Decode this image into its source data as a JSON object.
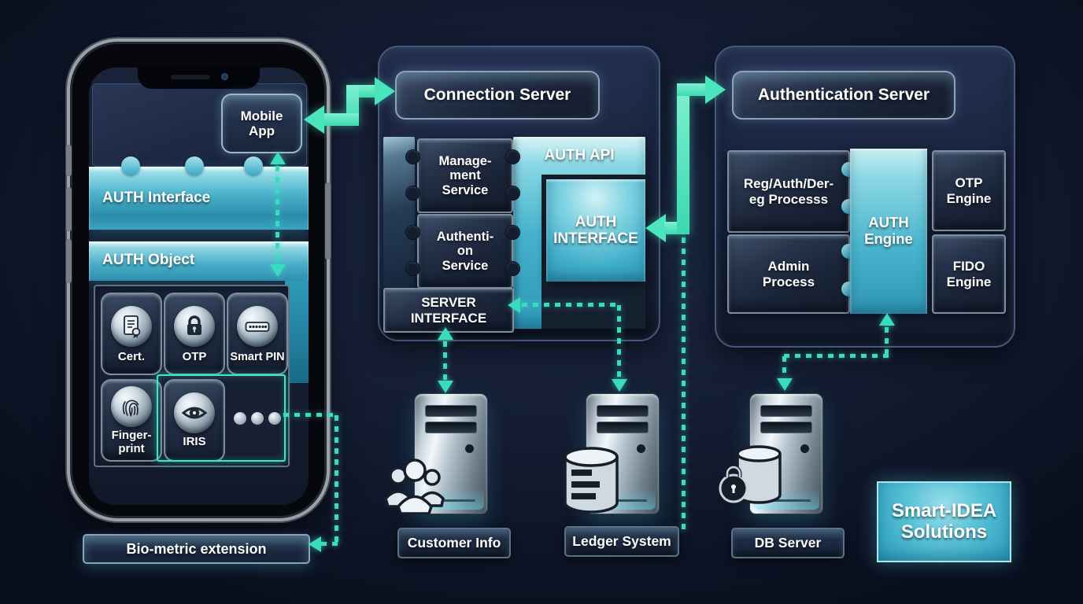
{
  "colors": {
    "accent": "#3ee3c1",
    "teal": "#46bcd6",
    "background": "#0c1222"
  },
  "phone": {
    "mobile_app": "Mobile\nApp",
    "auth_interface": "AUTH Interface",
    "auth_object": "AUTH Object",
    "tiles": [
      {
        "label": "Cert.",
        "icon": "certificate-icon"
      },
      {
        "label": "OTP",
        "icon": "otp-lock-icon"
      },
      {
        "label": "Smart PIN",
        "icon": "smart-pin-icon"
      },
      {
        "label": "Finger-\nprint",
        "icon": "fingerprint-icon"
      },
      {
        "label": "IRIS",
        "icon": "iris-eye-icon"
      },
      {
        "label": "",
        "icon": "more-dots-icon"
      }
    ],
    "biometric_extension": "Bio-metric extension"
  },
  "connection_server": {
    "title": "Connection Server",
    "management_service": "Manage-\nment\nService",
    "authentication_service": "Authenti-\non\nService",
    "auth_api": "AUTH API",
    "auth_interface": "AUTH\nINTERFACE",
    "server_interface": "SERVER\nINTERFACE"
  },
  "authentication_server": {
    "title": "Authentication Server",
    "reg_process": "Reg/Auth/Der-\neg Processs",
    "admin_process": "Admin\nProcess",
    "auth_engine": "AUTH\nEngine",
    "otp_engine": "OTP\nEngine",
    "fido_engine": "FIDO\nEngine"
  },
  "databases": [
    {
      "label": "Customer Info",
      "icon": "users-icon"
    },
    {
      "label": "Ledger System",
      "icon": "database-icon"
    },
    {
      "label": "DB Server",
      "icon": "database-lock-icon"
    }
  ],
  "brand": {
    "name": "Smart-IDEA\nSolutions"
  }
}
